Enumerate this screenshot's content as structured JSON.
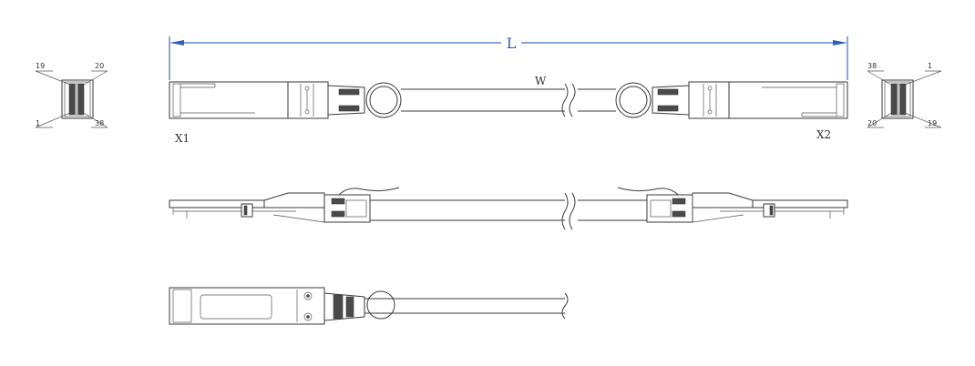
{
  "dimensions": {
    "length_label": "L",
    "wire_label": "W"
  },
  "connectors": {
    "left_label": "X1",
    "right_label": "X2"
  },
  "pins": {
    "left": {
      "top_left": "19",
      "top_right": "20",
      "bottom_left": "1",
      "bottom_right": "38"
    },
    "right": {
      "top_left": "38",
      "top_right": "1",
      "bottom_left": "20",
      "bottom_right": "19"
    }
  },
  "colors": {
    "dimension_line": "#3f6fbf",
    "outline": "#3a3a3a"
  }
}
